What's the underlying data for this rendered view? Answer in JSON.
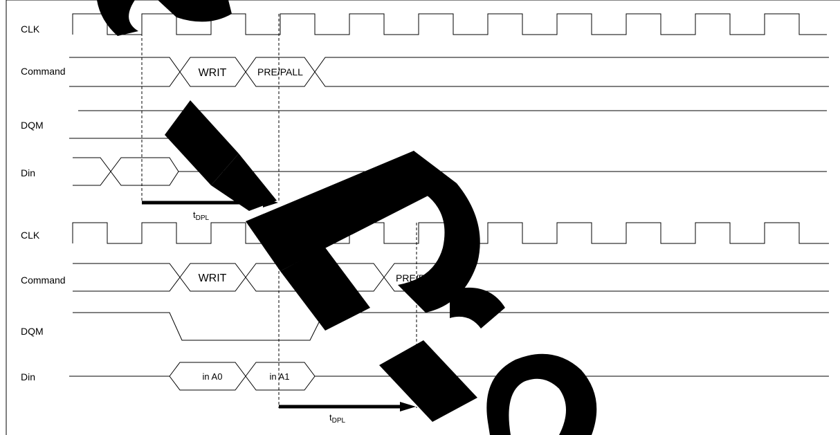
{
  "diagram_1": {
    "signals": [
      "CLK",
      "Command",
      "DQM",
      "Din"
    ],
    "command_boxes": [
      "WRIT",
      "PRE/PALL"
    ],
    "timing_label": {
      "main": "t",
      "sub": "DPL"
    }
  },
  "diagram_2": {
    "signals": [
      "CLK",
      "Command",
      "DQM",
      "Din"
    ],
    "command_boxes": [
      "WRIT",
      "PRE/PALL"
    ],
    "data_boxes": [
      "in A0",
      "in A1"
    ],
    "timing_label": {
      "main": "t",
      "sub": "DPL"
    }
  }
}
